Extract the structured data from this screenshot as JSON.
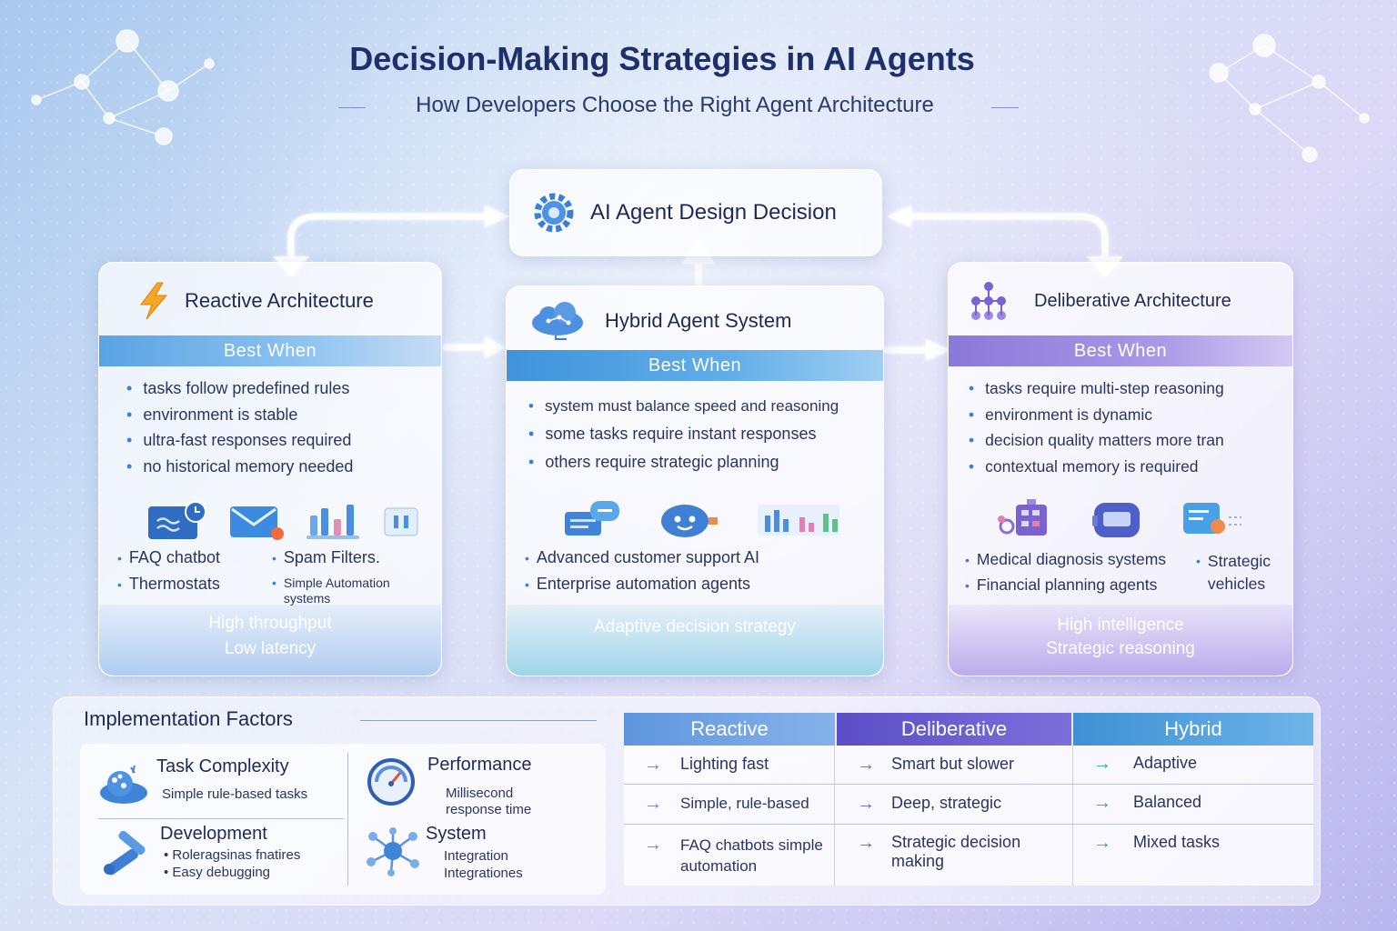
{
  "header": {
    "title": "Decision-Making Strategies in AI Agents",
    "subtitle": "How Developers Choose the Right Agent Architecture"
  },
  "decision": {
    "label": "AI Agent Design Decision",
    "icon": "gear-icon"
  },
  "reactive": {
    "title": "Reactive Architecture",
    "icon": "lightning-icon",
    "band": "Best When",
    "bullets": [
      "tasks follow predefined rules",
      "environment is stable",
      "ultra-fast responses required",
      "no historical memory needed"
    ],
    "examples": [
      "FAQ chatbot",
      "Spam Filters.",
      "Thermostats",
      "Simple Automation systems"
    ],
    "footer": [
      "High throughput",
      "Low latency"
    ]
  },
  "hybrid": {
    "title": "Hybrid Agent System",
    "icon": "cloud-network-icon",
    "band": "Best When",
    "bullets": [
      "system must balance speed and reasoning",
      "some tasks require instant responses",
      "others require strategic planning"
    ],
    "examples": [
      "Advanced customer support AI",
      "Enterprise automation agents"
    ],
    "footer": "Adaptive decision strategy"
  },
  "deliberative": {
    "title": "Deliberative Architecture",
    "icon": "hierarchy-icon",
    "band": "Best When",
    "bullets": [
      "tasks require multi-step reasoning",
      "environment is dynamic",
      "decision quality matters more tran",
      "contextual memory is required"
    ],
    "examples": [
      "Medical diagnosis systems",
      "Strategic vehicles",
      "Financial planning agents"
    ],
    "footer": [
      "High intelligence",
      "Strategic reasoning"
    ]
  },
  "implementation": {
    "title": "Implementation Factors",
    "factors": {
      "task": {
        "title": "Task Complexity",
        "text": "Simple rule-based tasks"
      },
      "performance": {
        "title": "Performance",
        "text": [
          "Millisecond",
          "response time"
        ]
      },
      "development": {
        "title": "Development",
        "text": [
          "Roleragsinas fnatires",
          "Easy debugging"
        ]
      },
      "system": {
        "title": "System",
        "text": [
          "Integration",
          "Integrationes"
        ]
      }
    }
  },
  "comparison": {
    "headers": [
      "Reactive",
      "Deliberative",
      "Hybrid"
    ],
    "reactive": [
      "Lighting fast",
      "Simple, rule-based",
      "FAQ chatbots simple automation"
    ],
    "deliberative": [
      "Smart but slower",
      "Deep, strategic",
      "Strategic decision making"
    ],
    "hybrid": [
      "Adaptive",
      "Balanced",
      "Mixed tasks"
    ],
    "colors": {
      "reactive": "#6f9ee0",
      "deliberative": "#6d5fcf",
      "hybrid": "#4a9fd8"
    }
  }
}
